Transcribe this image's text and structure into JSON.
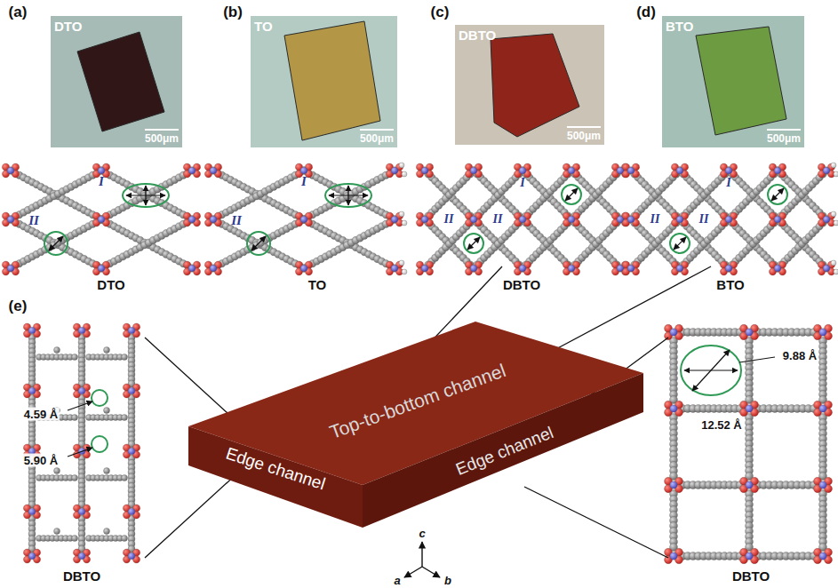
{
  "diagram": {
    "nodes": [
      {
        "text": [
          "DTO",
          "500μm"
        ]
      },
      {
        "text": [
          "TO",
          "500μm"
        ]
      },
      {
        "text": [
          "DBTO",
          "500μm"
        ]
      },
      {
        "text": [
          "BTO",
          "500μm"
        ]
      },
      {
        "text": [
          "Top-to-bottom channel",
          "Edge channel",
          "Edge channel"
        ]
      }
    ],
    "labels": [
      "(a)",
      "(b)",
      "(c)",
      "(d)",
      "I",
      "II",
      "I",
      "II",
      "I",
      "II",
      "II",
      "I",
      "II",
      "II",
      "DTO",
      "TO",
      "DBTO",
      "BTO",
      "(e)",
      "4.59 Å",
      "5.90 Å",
      "DBTO",
      "9.88 Å",
      "12.52 Å",
      "DBTO",
      "c",
      "a",
      "b"
    ]
  }
}
